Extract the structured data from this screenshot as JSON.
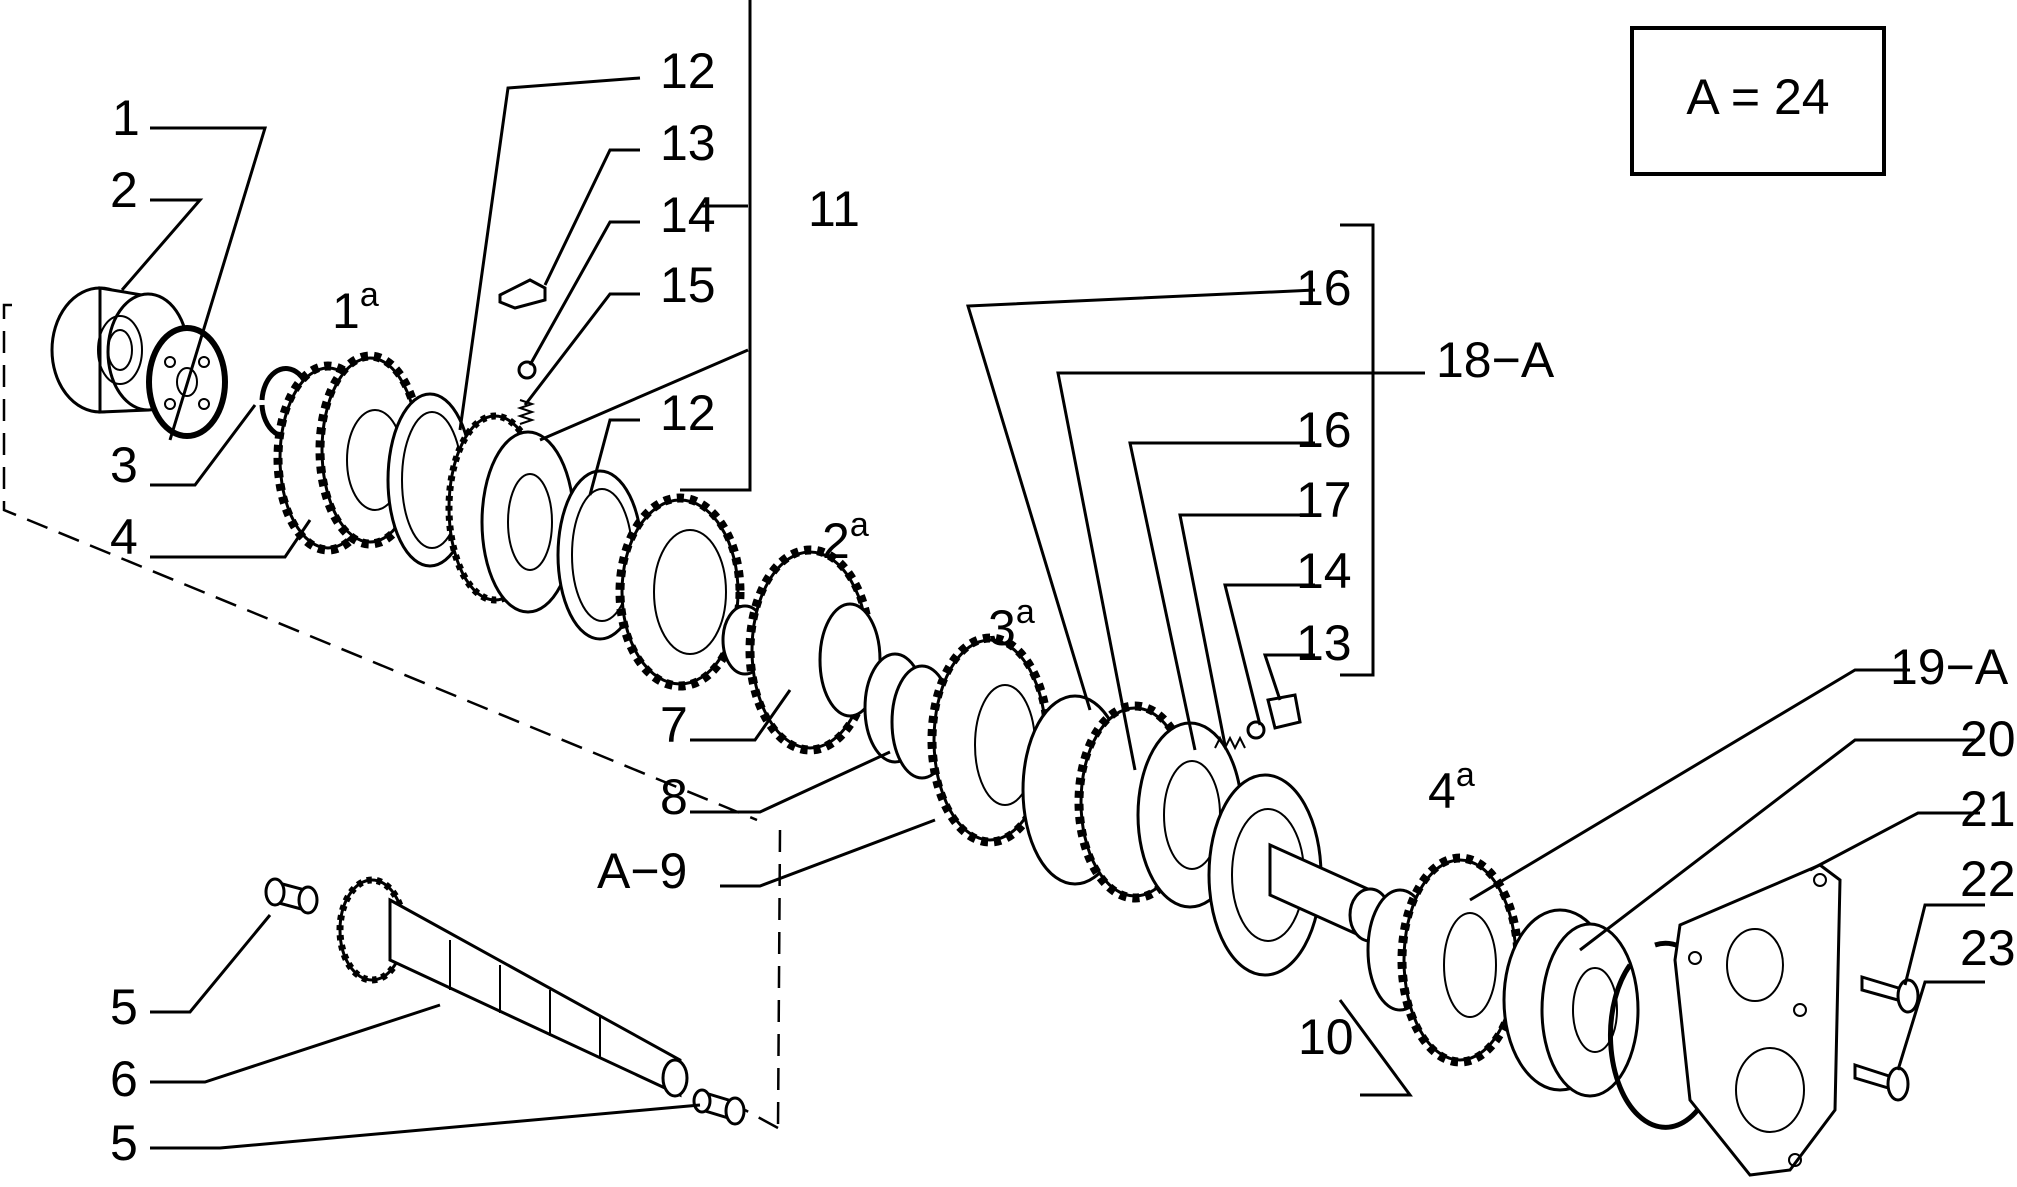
{
  "legend": {
    "text": "A = 24"
  },
  "callouts": {
    "c1": "1",
    "c2": "2",
    "c3": "3",
    "c4": "4",
    "c5a": "5",
    "c5b": "5",
    "c6": "6",
    "c7": "7",
    "c8": "8",
    "c9": "A−9",
    "c10": "10",
    "c11": "11",
    "c12a": "12",
    "c12b": "12",
    "c13a": "13",
    "c13b": "13",
    "c14a": "14",
    "c14b": "14",
    "c15": "15",
    "c16a": "16",
    "c16b": "16",
    "c17": "17",
    "c18": "18−A",
    "c19": "19−A",
    "c20": "20",
    "c21": "21",
    "c22": "22",
    "c23": "23"
  },
  "gear_marks": {
    "g1": {
      "num": "1",
      "sup": "a"
    },
    "g2": {
      "num": "2",
      "sup": "a"
    },
    "g3": {
      "num": "3",
      "sup": "a"
    },
    "g4": {
      "num": "4",
      "sup": "a"
    }
  }
}
